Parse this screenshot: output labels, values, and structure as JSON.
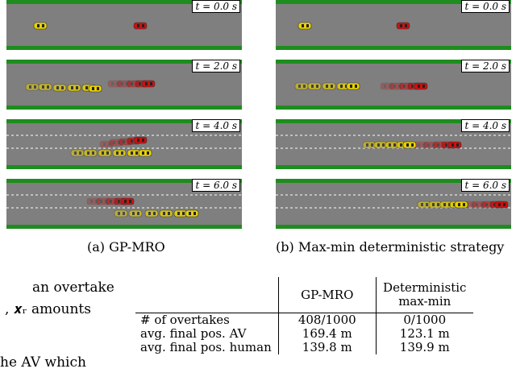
{
  "figure": {
    "left_caption": "(a) GP-MRO",
    "right_caption": "(b) Max-min deterministic strategy",
    "left_panels": [
      {
        "time_label": "t = 0.0 s"
      },
      {
        "time_label": "t = 2.0 s"
      },
      {
        "time_label": "t = 4.0 s"
      },
      {
        "time_label": "t = 6.0 s"
      }
    ],
    "right_panels": [
      {
        "time_label": "t = 0.0 s"
      },
      {
        "time_label": "t = 2.0 s"
      },
      {
        "time_label": "t = 4.0 s"
      },
      {
        "time_label": "t = 6.0 s"
      }
    ],
    "colors": {
      "road": "#7f7f7f",
      "grass": "#1e8c1e",
      "av": "#e8d200",
      "human": "#cc1010"
    }
  },
  "body_text": {
    "line1": "an overtake",
    "line2": ", 𝒙ᵣ amounts",
    "line3": "he AV which"
  },
  "table": {
    "header_gp": "GP-MRO",
    "header_det_1": "Deterministic",
    "header_det_2": "max-min",
    "rows": [
      {
        "label": "# of overtakes",
        "gp": "408/1000",
        "det": "0/1000"
      },
      {
        "label": "avg. final pos. AV",
        "gp": "169.4 m",
        "det": "123.1 m"
      },
      {
        "label": "avg. final pos. human",
        "gp": "139.8 m",
        "det": "139.9 m"
      }
    ]
  }
}
